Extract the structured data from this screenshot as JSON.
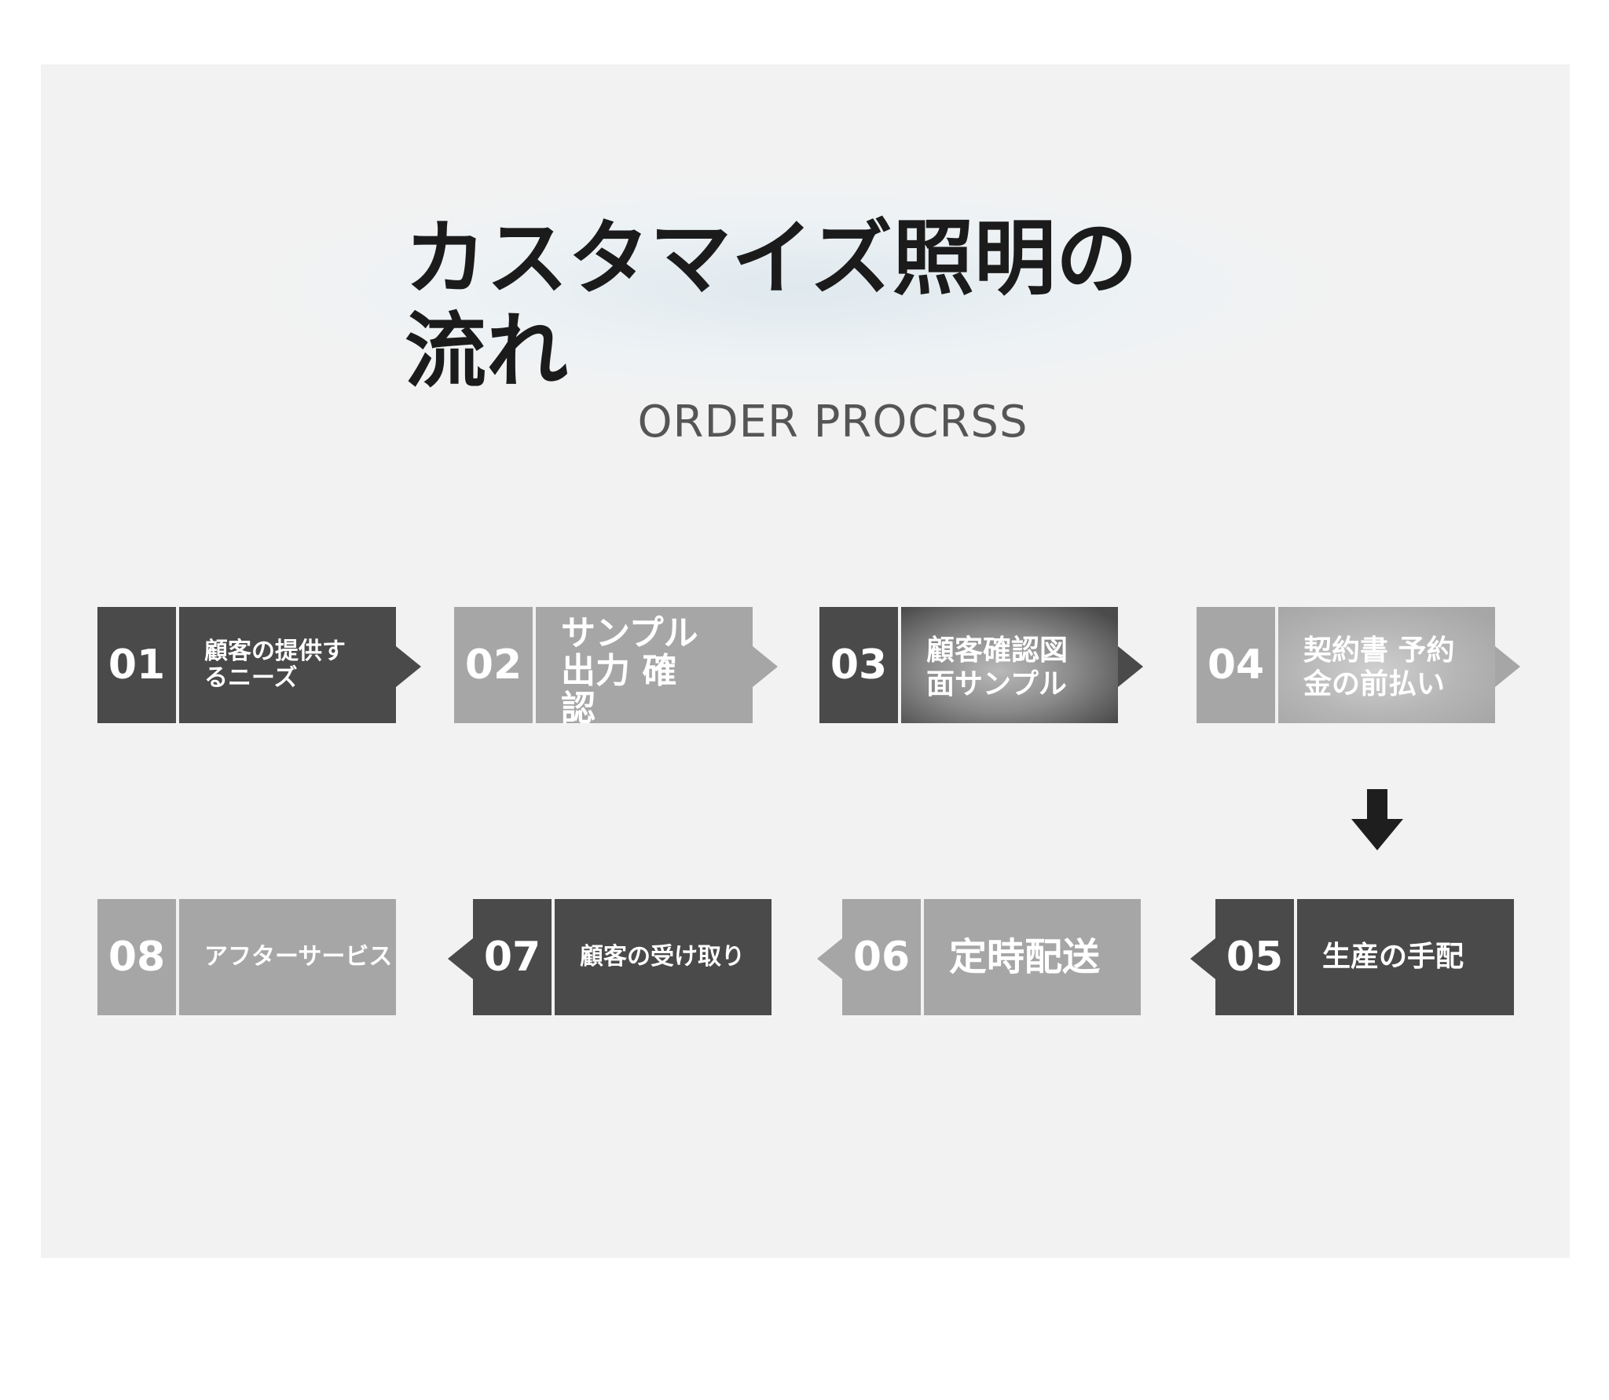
{
  "header": {
    "title": "カスタマイズ照明の流れ",
    "subtitle": "ORDER PROCRSS"
  },
  "steps": [
    {
      "num": "01",
      "label": "顧客の提供するニーズ"
    },
    {
      "num": "02",
      "label": "サンプル出力 確認"
    },
    {
      "num": "03",
      "label": "顧客確認図面サンプル"
    },
    {
      "num": "04",
      "label": "契約書 予約金の前払い"
    },
    {
      "num": "05",
      "label": "生産の手配"
    },
    {
      "num": "06",
      "label": "定時配送"
    },
    {
      "num": "07",
      "label": "顧客の受け取り"
    },
    {
      "num": "08",
      "label": "アフターサービス"
    }
  ],
  "colors": {
    "dark": "#4a4a4a",
    "light": "#a6a6a6",
    "panel": "#f2f2f2"
  },
  "icons": {
    "down_arrow": "arrow-down-icon"
  }
}
